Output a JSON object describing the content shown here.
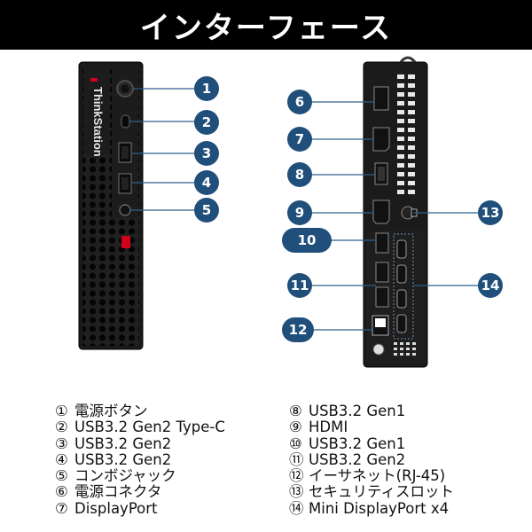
{
  "header": {
    "title": "インターフェース"
  },
  "front": {
    "brand_text": "ThinkStation",
    "callouts": [
      "1",
      "2",
      "3",
      "4",
      "5"
    ]
  },
  "rear": {
    "callouts_left": [
      "6",
      "7",
      "8",
      "9",
      "10",
      "11",
      "12"
    ],
    "callouts_right": [
      "13",
      "14"
    ]
  },
  "colors": {
    "callout_fill": "#1f4f7a",
    "brand_red": "#d0021b",
    "chassis": "#1a1a1a"
  },
  "legend": {
    "left": [
      {
        "num": "①",
        "label": "電源ボタン"
      },
      {
        "num": "②",
        "label": "USB3.2 Gen2 Type-C"
      },
      {
        "num": "③",
        "label": "USB3.2 Gen2"
      },
      {
        "num": "④",
        "label": "USB3.2 Gen2"
      },
      {
        "num": "⑤",
        "label": "コンボジャック"
      },
      {
        "num": "⑥",
        "label": "電源コネクタ"
      },
      {
        "num": "⑦",
        "label": "DisplayPort"
      }
    ],
    "right": [
      {
        "num": "⑧",
        "label": "USB3.2 Gen1"
      },
      {
        "num": "⑨",
        "label": "HDMI"
      },
      {
        "num": "⑩",
        "label": "USB3.2 Gen1"
      },
      {
        "num": "⑪",
        "label": "USB3.2 Gen2"
      },
      {
        "num": "⑫",
        "label": "イーサネット(RJ-45)"
      },
      {
        "num": "⑬",
        "label": "セキュリティスロット"
      },
      {
        "num": "⑭",
        "label": "Mini DisplayPort x4"
      }
    ]
  }
}
